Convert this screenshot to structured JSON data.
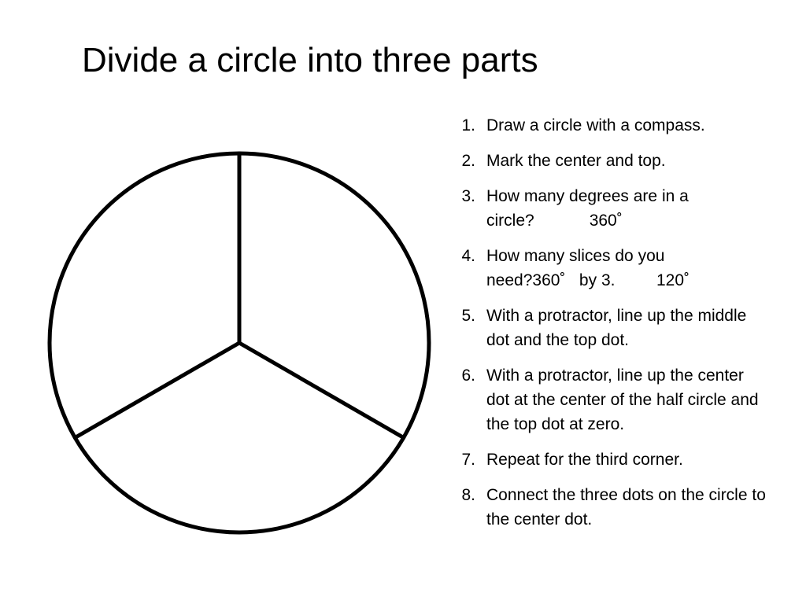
{
  "slide": {
    "title": "Divide a circle into three parts"
  },
  "diagram": {
    "divisions": 3,
    "segment_angle_degrees": 120
  },
  "steps": [
    {
      "number": "1.",
      "text": "Draw a circle with a compass."
    },
    {
      "number": "2.",
      "text": "Mark the center and top."
    },
    {
      "number": "3.",
      "text": "How many degrees are in a\ncircle?            360˚"
    },
    {
      "number": "4.",
      "text": "How many slices do you\nneed?360˚   by 3.         120˚"
    },
    {
      "number": "5.",
      "text": "With a protractor, line up the middle dot and the top dot."
    },
    {
      "number": "6.",
      "text": "With a protractor, line up the center dot at the center of the half circle and the top dot at zero."
    },
    {
      "number": "7.",
      "text": "Repeat for the third corner."
    },
    {
      "number": "8.",
      "text": "Connect the three dots on the circle to the center dot."
    }
  ]
}
